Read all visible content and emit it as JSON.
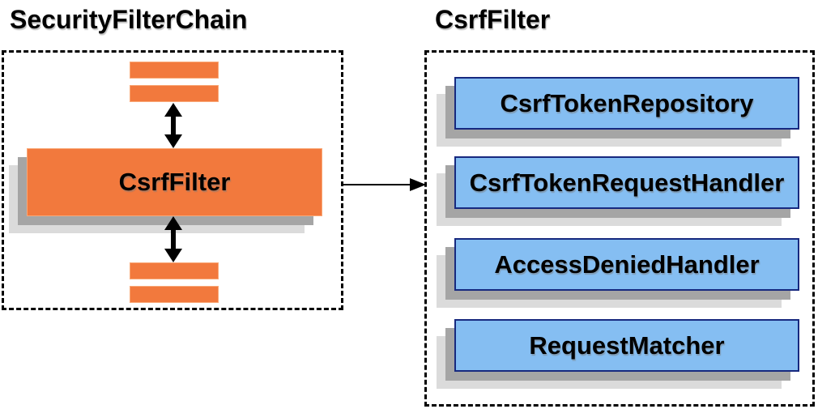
{
  "diagram": {
    "left": {
      "title": "SecurityFilterChain",
      "center_box_label": "CsrfFilter"
    },
    "right": {
      "title": "CsrfFilter",
      "components": [
        "CsrfTokenRepository",
        "CsrfTokenRequestHandler",
        "AccessDeniedHandler",
        "RequestMatcher"
      ]
    }
  },
  "colors": {
    "orange": "#F2793D",
    "orange-border": "#F9A877",
    "blue": "#85BEF2",
    "blue-border": "#17297F",
    "shadow-dark": "#A5A5A5",
    "shadow-light": "#DBDBDB",
    "line": "#000000"
  }
}
